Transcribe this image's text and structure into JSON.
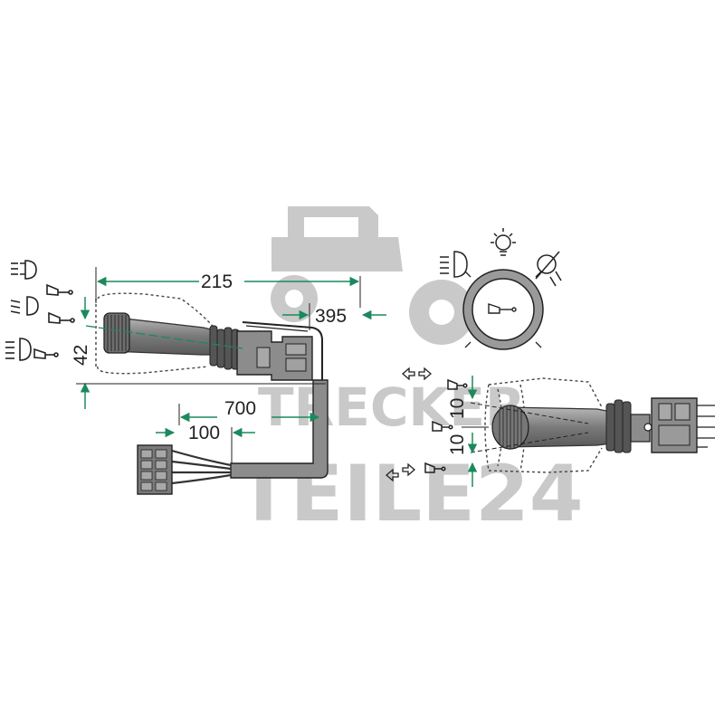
{
  "watermark": {
    "line1": "TRECKER",
    "line2": "TEILE24"
  },
  "dimensions": {
    "length_lever": "215",
    "width_mount": "395",
    "cable_length": "700",
    "plug_lead": "100",
    "height_lever": "42",
    "travel_up": "10",
    "travel_down": "10"
  },
  "colors": {
    "dimension_arrow": "#1a8a5c",
    "part_fill": "#8c8c8c",
    "part_dark": "#4a4a4a",
    "watermark": "#c9c9c9"
  },
  "icons": [
    "parking-light-icon",
    "low-beam-icon",
    "high-beam-icon",
    "horn-icon",
    "turn-indicator-icon",
    "light-bulb-icon",
    "fog-light-icon"
  ]
}
